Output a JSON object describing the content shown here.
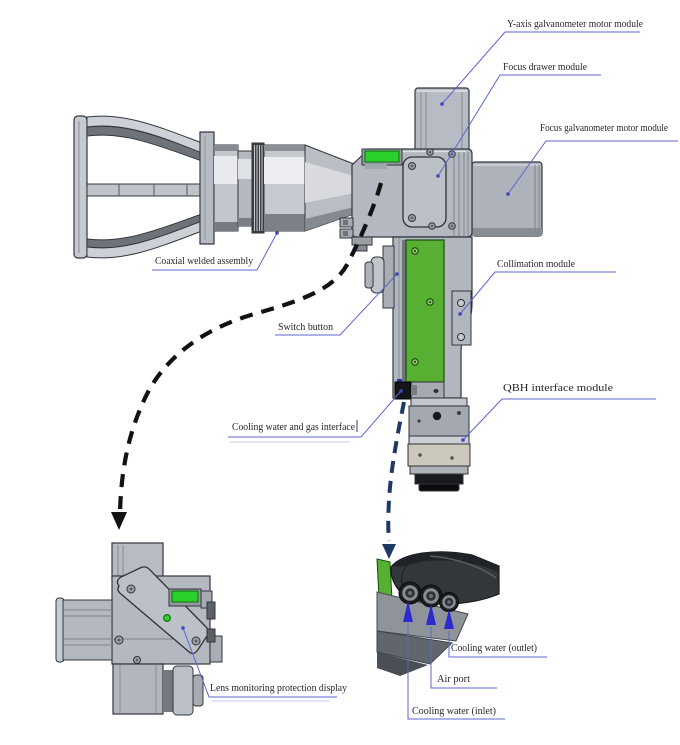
{
  "diagram": {
    "callouts": {
      "y_axis": "Y-axis galvanometer motor module",
      "focus_drawer": "Focus drawer module",
      "focus_galvo": "Focus galvanometer motor module",
      "coaxial": "Coaxial welded assembly",
      "switch": "Switch button",
      "collimation": "Collimation module",
      "qbh": "QBH interface module",
      "cooling_gas": "Cooling water and gas interface",
      "lens_monitor": "Lens monitoring protection display",
      "cooling_outlet": "Cooling water (outlet)",
      "air_port": "Air port",
      "cooling_inlet": "Cooling water (inlet)"
    },
    "colors": {
      "green_button": "#2bd12b",
      "green_panel": "#58b032",
      "leader_blue": "#5c66cf",
      "underline_blue": "#8893d8",
      "label_text": "#26262e",
      "dash_black": "#121212",
      "dash_navy": "#1d3a66",
      "arrow_blue": "#2a2acd",
      "body_gray": "#b4b8c0"
    },
    "icons": {
      "detail_arrow_left": "dashed-curved-down-arrow",
      "detail_arrow_right": "dashed-down-arrow",
      "port_arrow": "solid-up-arrow"
    }
  }
}
